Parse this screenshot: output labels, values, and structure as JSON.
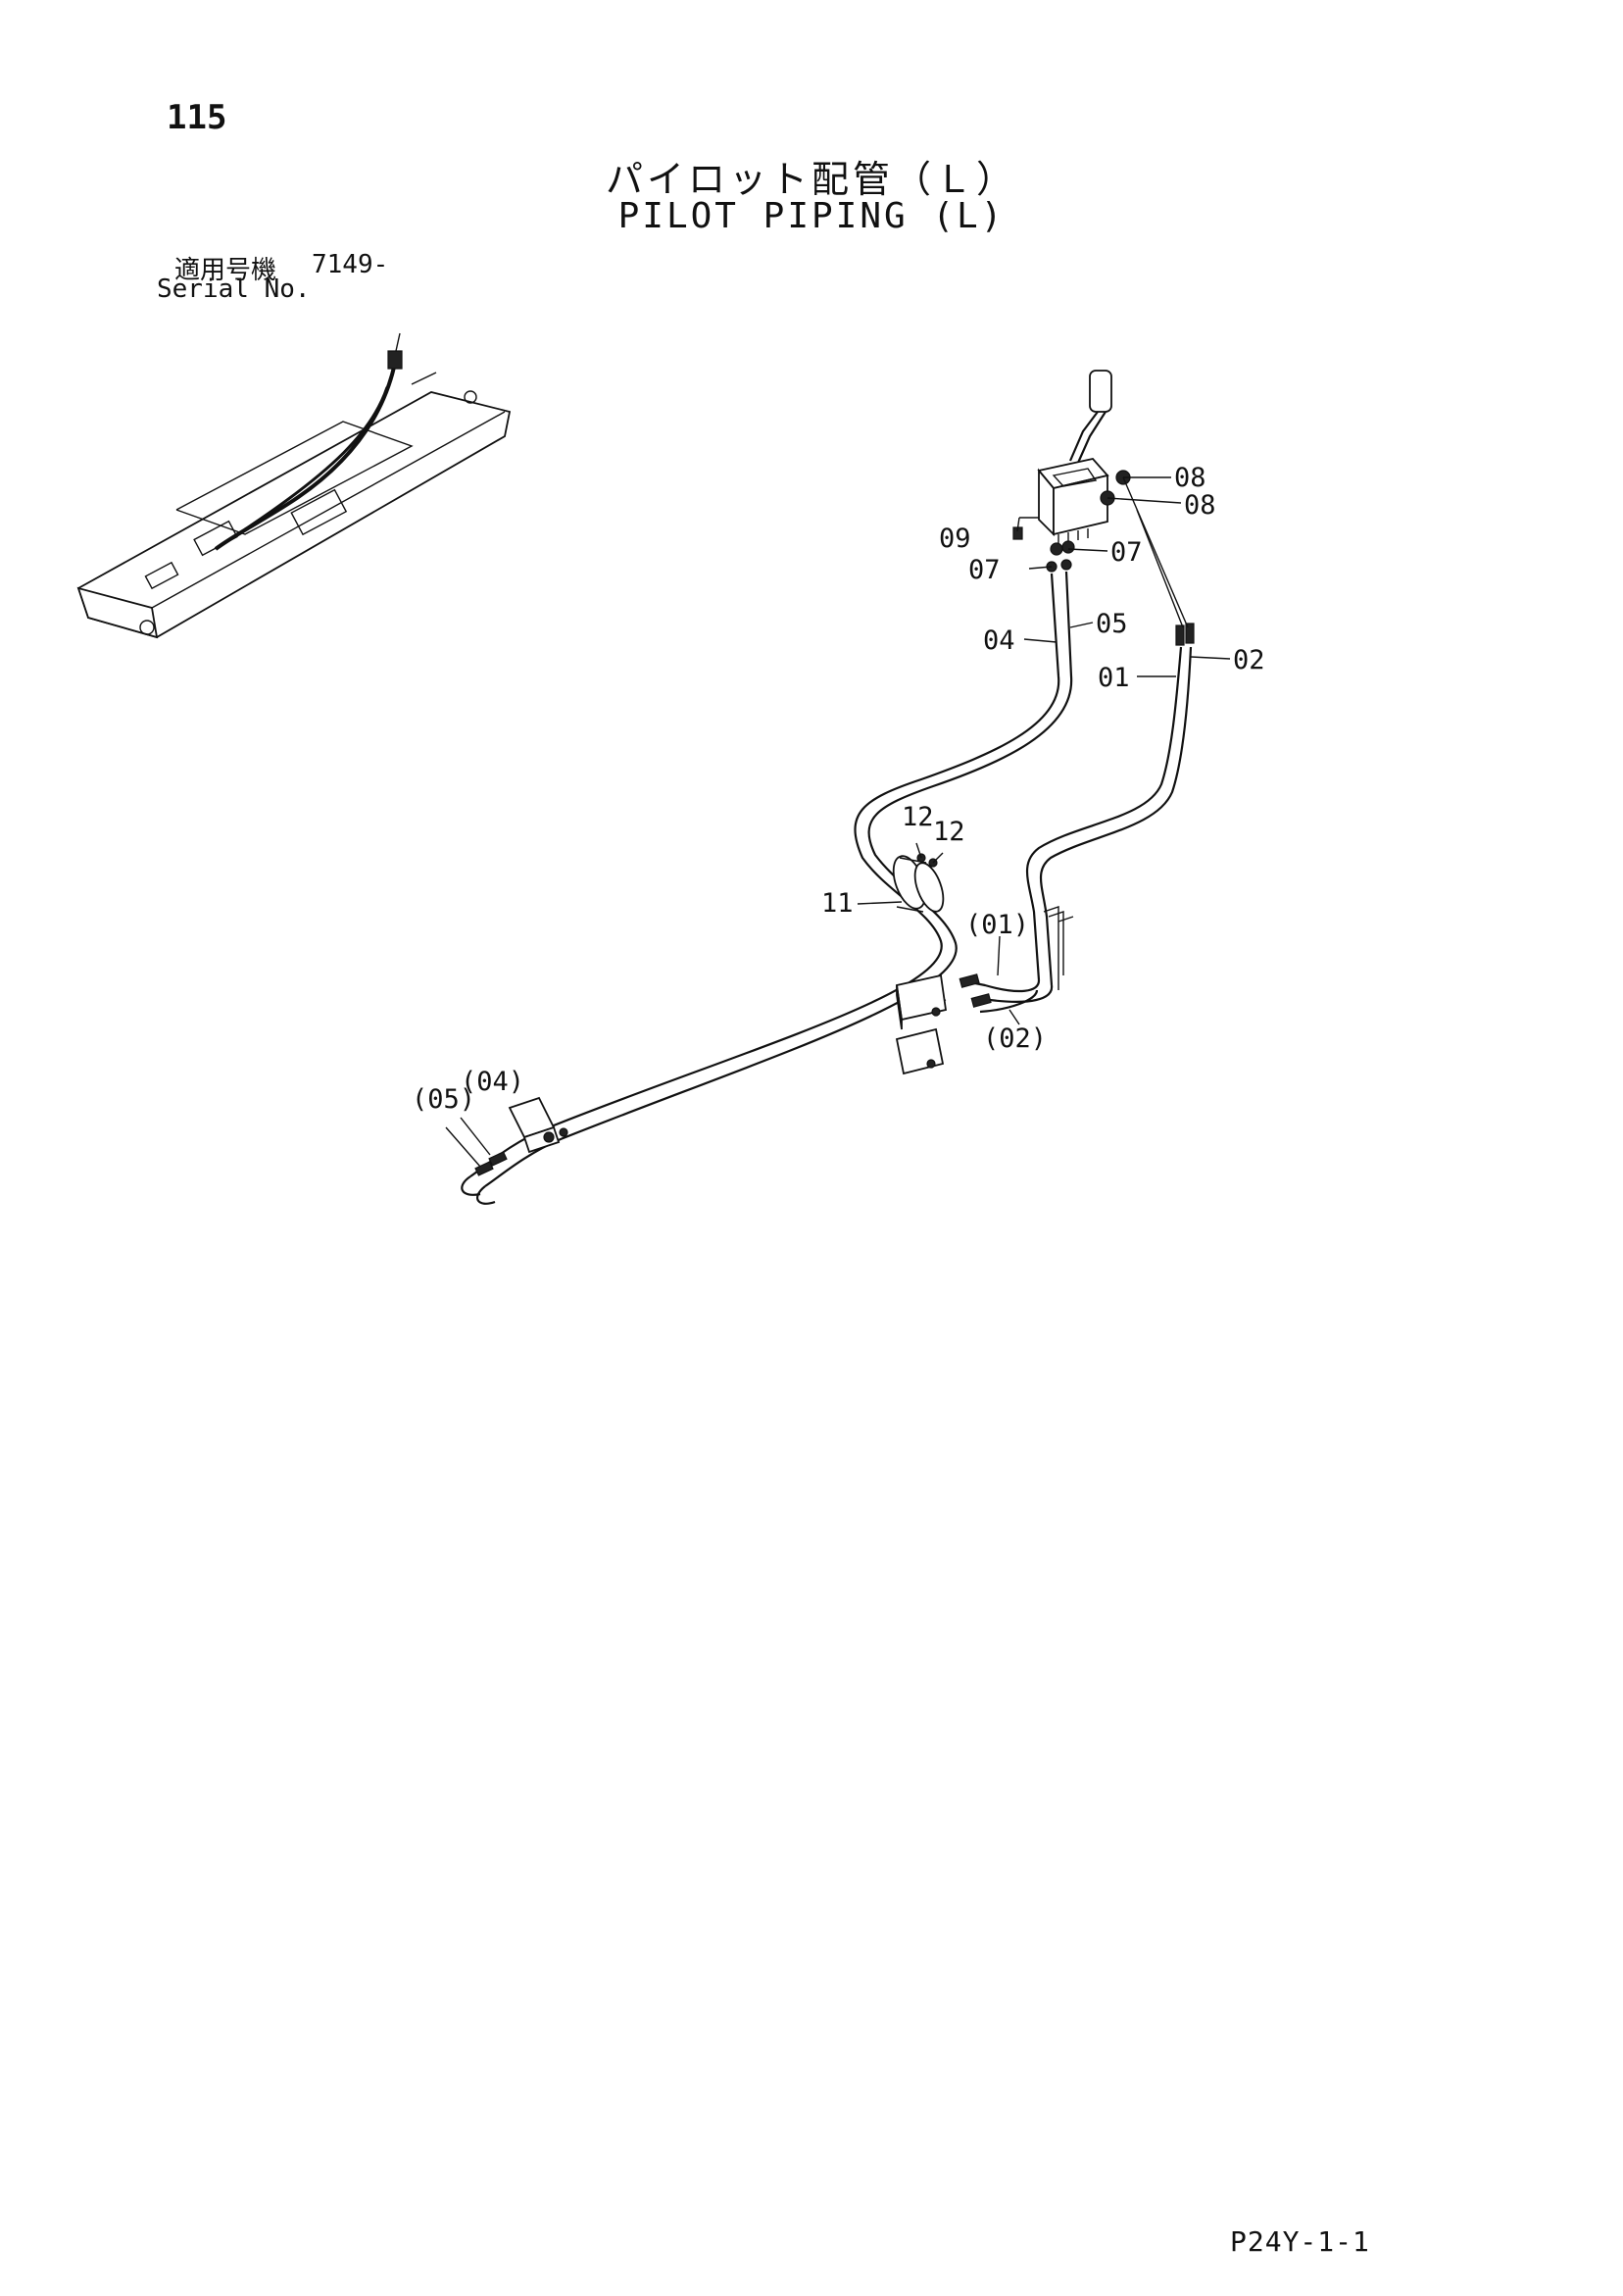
{
  "header": {
    "page_number": "115",
    "title_jp": "パイロット配管（Ｌ）",
    "title_en": "PILOT PIPING (L)",
    "serial_label_jp": "適用号機",
    "serial_value": "7149-",
    "serial_label_en": "Serial No."
  },
  "footer": {
    "code": "P24Y-1-1"
  },
  "callouts": [
    {
      "id": "c-08a",
      "text": "08"
    },
    {
      "id": "c-08b",
      "text": "08"
    },
    {
      "id": "c-09",
      "text": "09"
    },
    {
      "id": "c-07a",
      "text": "07"
    },
    {
      "id": "c-07b",
      "text": "07"
    },
    {
      "id": "c-05",
      "text": "05"
    },
    {
      "id": "c-04",
      "text": "04"
    },
    {
      "id": "c-01",
      "text": "01"
    },
    {
      "id": "c-02",
      "text": "02"
    },
    {
      "id": "c-12a",
      "text": "12"
    },
    {
      "id": "c-12b",
      "text": "12"
    },
    {
      "id": "c-11",
      "text": "11"
    },
    {
      "id": "c-01p",
      "text": "(01)"
    },
    {
      "id": "c-02p",
      "text": "(02)"
    },
    {
      "id": "c-05p",
      "text": "(05)"
    },
    {
      "id": "c-04p",
      "text": "(04)"
    }
  ]
}
